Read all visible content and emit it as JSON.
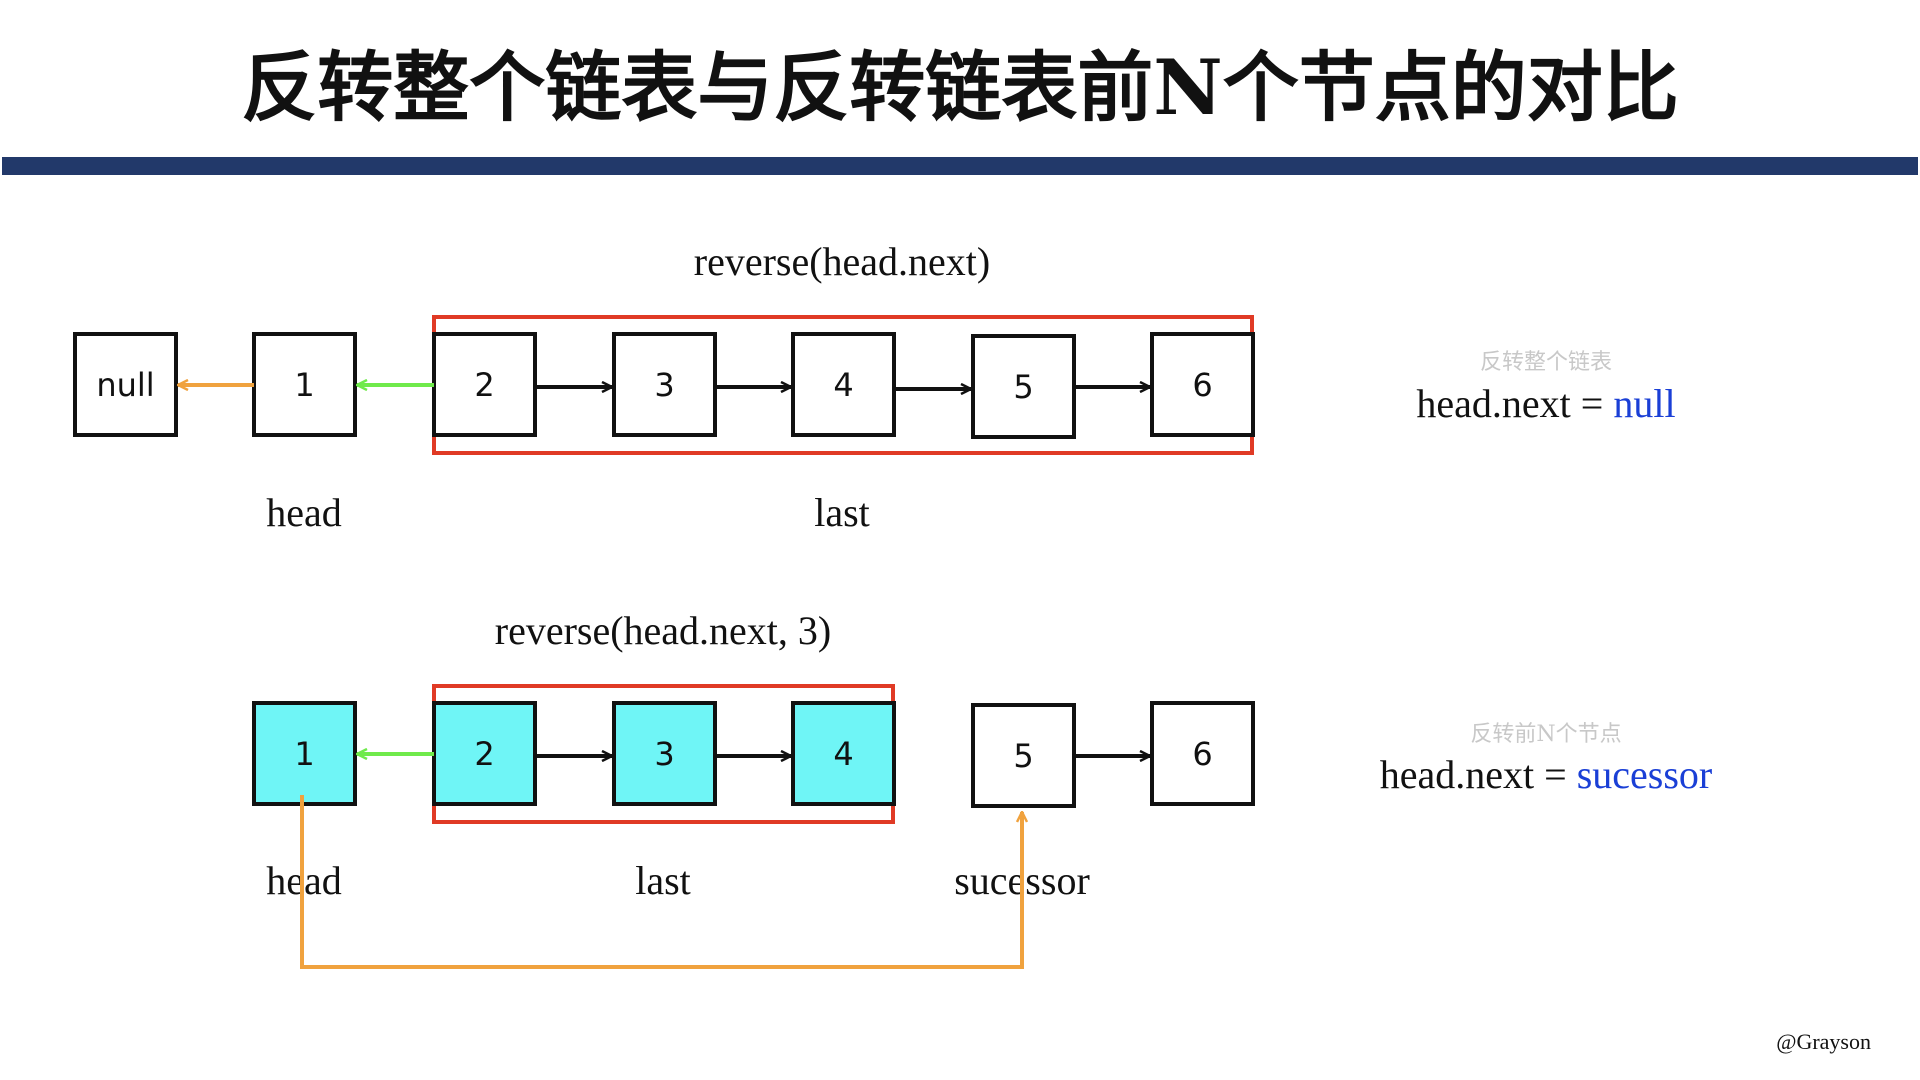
{
  "title": "反转整个链表与反转链表前N个节点的对比",
  "credit": "@Grayson",
  "colors": {
    "title_rule": "#22396a",
    "group_box": "#e03a25",
    "orange_arrow": "#f0a23e",
    "green_arrow": "#6fea4b",
    "black_arrow": "#111111",
    "highlight_fill": "#6ff5f6",
    "value_blue": "#1a3fd6"
  },
  "top": {
    "call": "reverse(head.next)",
    "nodes": [
      "null",
      "1",
      "2",
      "3",
      "4",
      "5",
      "6"
    ],
    "labels": {
      "head": "head",
      "last": "last"
    },
    "note": {
      "caption": "反转整个链表",
      "lhs": "head.next = ",
      "value": "null"
    }
  },
  "bottom": {
    "call": "reverse(head.next, 3)",
    "nodes": [
      "1",
      "2",
      "3",
      "4",
      "5",
      "6"
    ],
    "highlighted": [
      true,
      true,
      true,
      true,
      false,
      false
    ],
    "labels": {
      "head": "head",
      "last": "last",
      "successor": "sucessor"
    },
    "note": {
      "caption": "反转前N个节点",
      "lhs": "head.next = ",
      "value": "sucessor"
    }
  }
}
